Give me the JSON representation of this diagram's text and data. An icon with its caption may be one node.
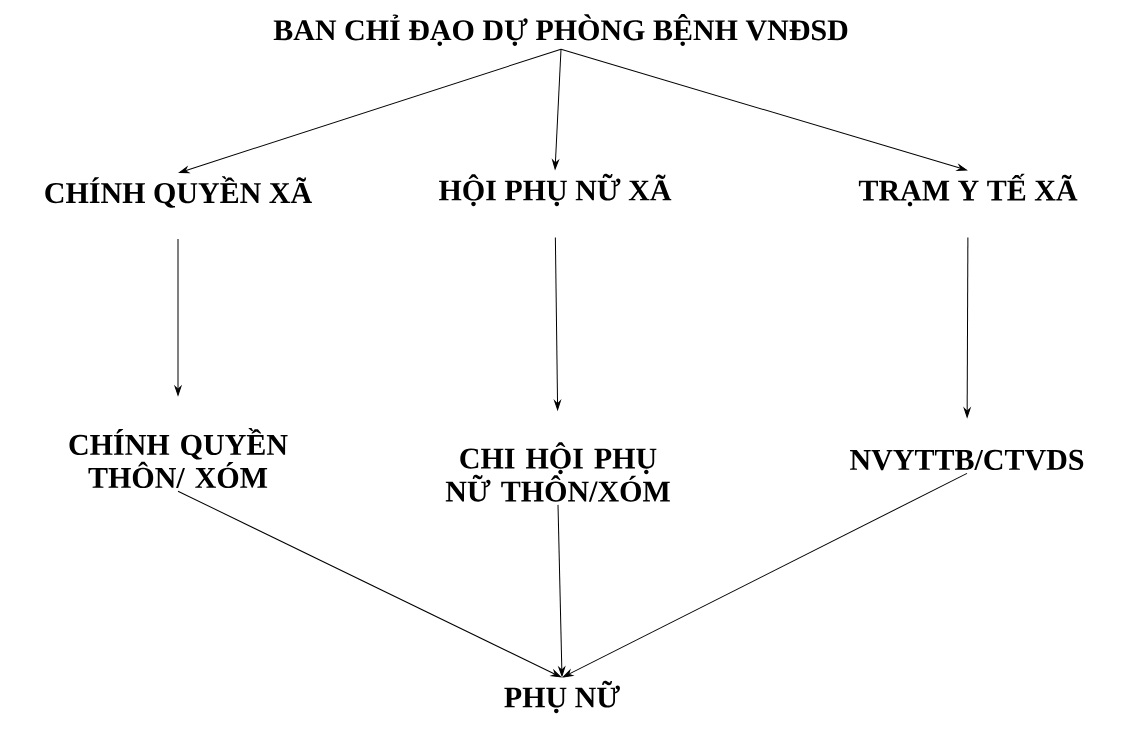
{
  "diagram": {
    "nodes": [
      {
        "text": [
          "BAN CHỈ ĐẠO DỰ PHÒNG BỆNH VNĐSD"
        ]
      },
      {
        "text": [
          "CHÍNH QUYỀN XÃ"
        ]
      },
      {
        "text": [
          "HỘI PHỤ NỮ XÃ"
        ]
      },
      {
        "text": [
          "TRẠM Y TẾ XÃ"
        ]
      },
      {
        "text": [
          "CHÍNH QUYỀN THÔN/ XÓM"
        ]
      },
      {
        "text": [
          "CHI HỘI PHỤ NỮ THÔN/XÓM"
        ]
      },
      {
        "text": [
          "NVYTTB/CTVDS"
        ]
      },
      {
        "text": [
          "PHỤ NỮ"
        ]
      }
    ],
    "edges": [
      {
        "from": 0,
        "to": 1,
        "arrow": "to"
      },
      {
        "from": 0,
        "to": 2,
        "arrow": "to"
      },
      {
        "from": 0,
        "to": 3,
        "arrow": "to"
      },
      {
        "from": 1,
        "to": 4,
        "arrow": "to"
      },
      {
        "from": 2,
        "to": 5,
        "arrow": "to"
      },
      {
        "from": 3,
        "to": 6,
        "arrow": "to"
      },
      {
        "from": 4,
        "to": 7,
        "arrow": "to"
      },
      {
        "from": 5,
        "to": 7,
        "arrow": "to"
      },
      {
        "from": 6,
        "to": 7,
        "arrow": "to"
      }
    ]
  }
}
